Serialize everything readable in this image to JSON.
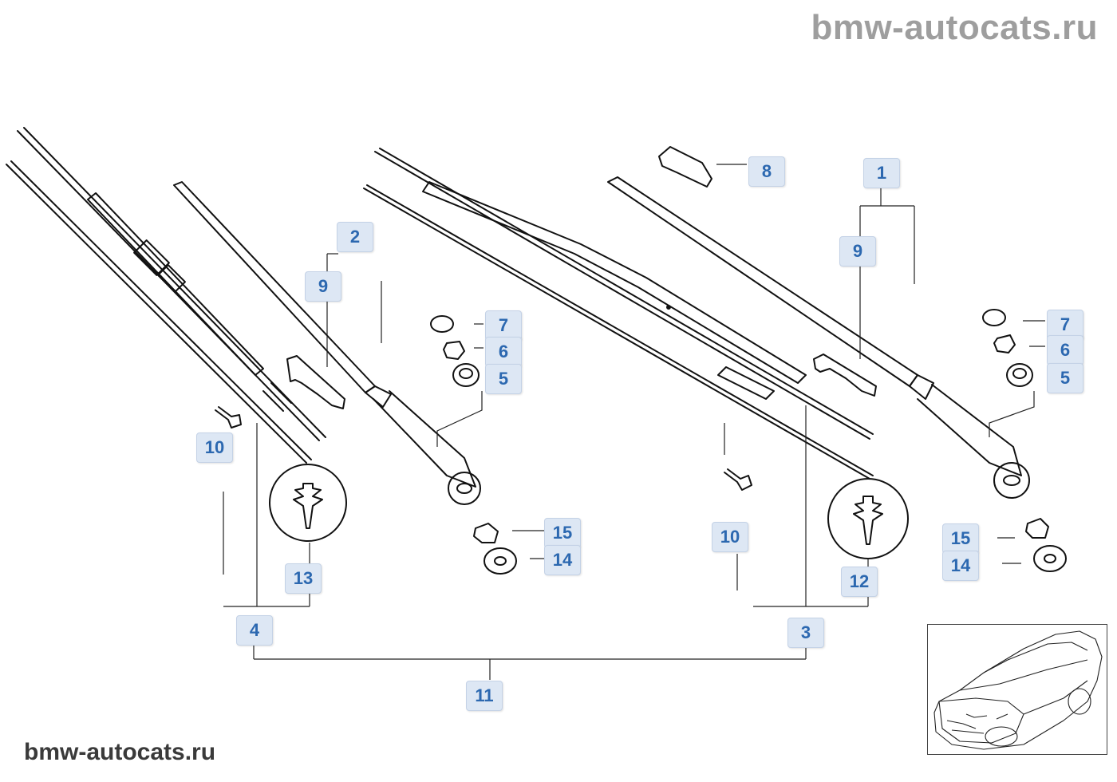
{
  "watermark_top": "bmw-autocats.ru",
  "watermark_bottom": "bmw-autocats.ru",
  "callouts": {
    "c1": "1",
    "c2": "2",
    "c3": "3",
    "c4": "4",
    "c5a": "5",
    "c5b": "5",
    "c6a": "6",
    "c6b": "6",
    "c7a": "7",
    "c7b": "7",
    "c8": "8",
    "c9a": "9",
    "c9b": "9",
    "c10a": "10",
    "c10b": "10",
    "c11": "11",
    "c12": "12",
    "c13": "13",
    "c14a": "14",
    "c14b": "14",
    "c15a": "15",
    "c15b": "15"
  },
  "thumbnail_icon": "car-silhouette-icon"
}
